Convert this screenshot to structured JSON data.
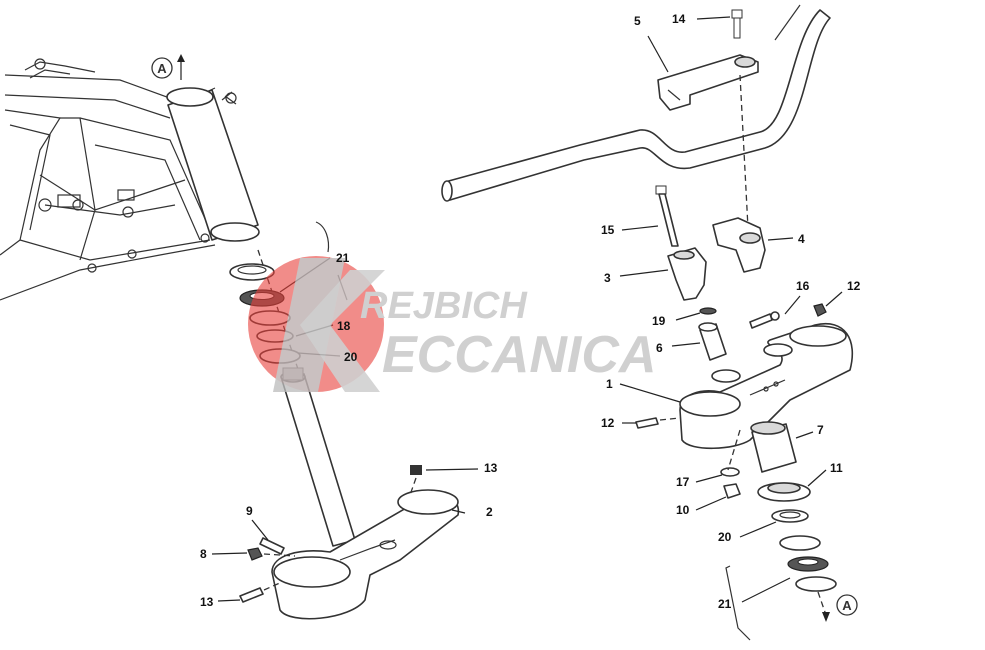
{
  "diagram": {
    "callouts": {
      "c1": "1",
      "c2": "2",
      "c3": "3",
      "c4": "4",
      "c5": "5",
      "c6": "6",
      "c7": "7",
      "c8": "8",
      "c9": "9",
      "c10": "10",
      "c11": "11",
      "c12a": "12",
      "c12b": "12",
      "c13a": "13",
      "c13b": "13",
      "c14": "14",
      "c15": "15",
      "c16": "16",
      "c17": "17",
      "c18": "18",
      "c19": "19",
      "c20a": "20",
      "c20b": "20",
      "c21a": "21",
      "c21b": "21"
    },
    "reference_marks": {
      "top": "A",
      "bottom": "A"
    }
  },
  "watermark": {
    "line1": "REJBICH",
    "line2": "ECCANICA",
    "accent_color": "#e8403a",
    "text_color": "#bdbdbd"
  }
}
